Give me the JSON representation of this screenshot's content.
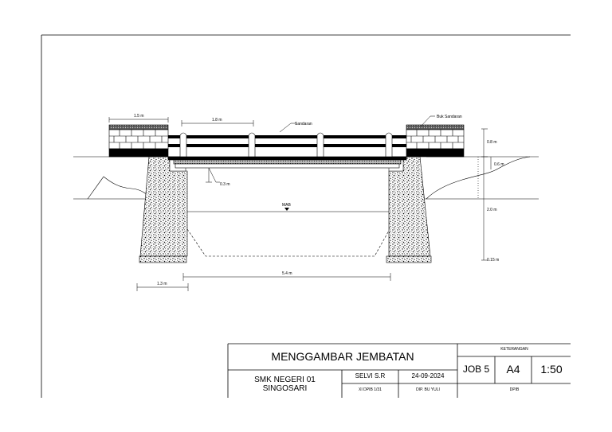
{
  "dimensions": {
    "brick_top_width": "1.5 m",
    "railing_spacing": "1.8 m",
    "railing_label": "Sandaran",
    "railing_post_label": "Buk Sandaran",
    "railing_height": "0.8 m",
    "deck_right": "0.6 m",
    "deck_thickness": "0.3 m",
    "water_label": "MAB",
    "abutment_height": "2.0 m",
    "footing_height": "0.15 m",
    "span": "5.4 m",
    "footing_width": "1.3 m"
  },
  "title_block": {
    "title": "MENGGAMBAR JEMBATAN",
    "school_line1": "SMK NEGERI 01",
    "school_line2": "SINGOSARI",
    "student": "SELVI S.R",
    "date": "24-09-2024",
    "class": "XI DPIB 1/31",
    "teacher": "DIP. BU YULI",
    "keterangan": "KETERANGAN",
    "job": "JOB 5",
    "paper": "A4",
    "scale": "1:50",
    "dept": "DPIB"
  }
}
